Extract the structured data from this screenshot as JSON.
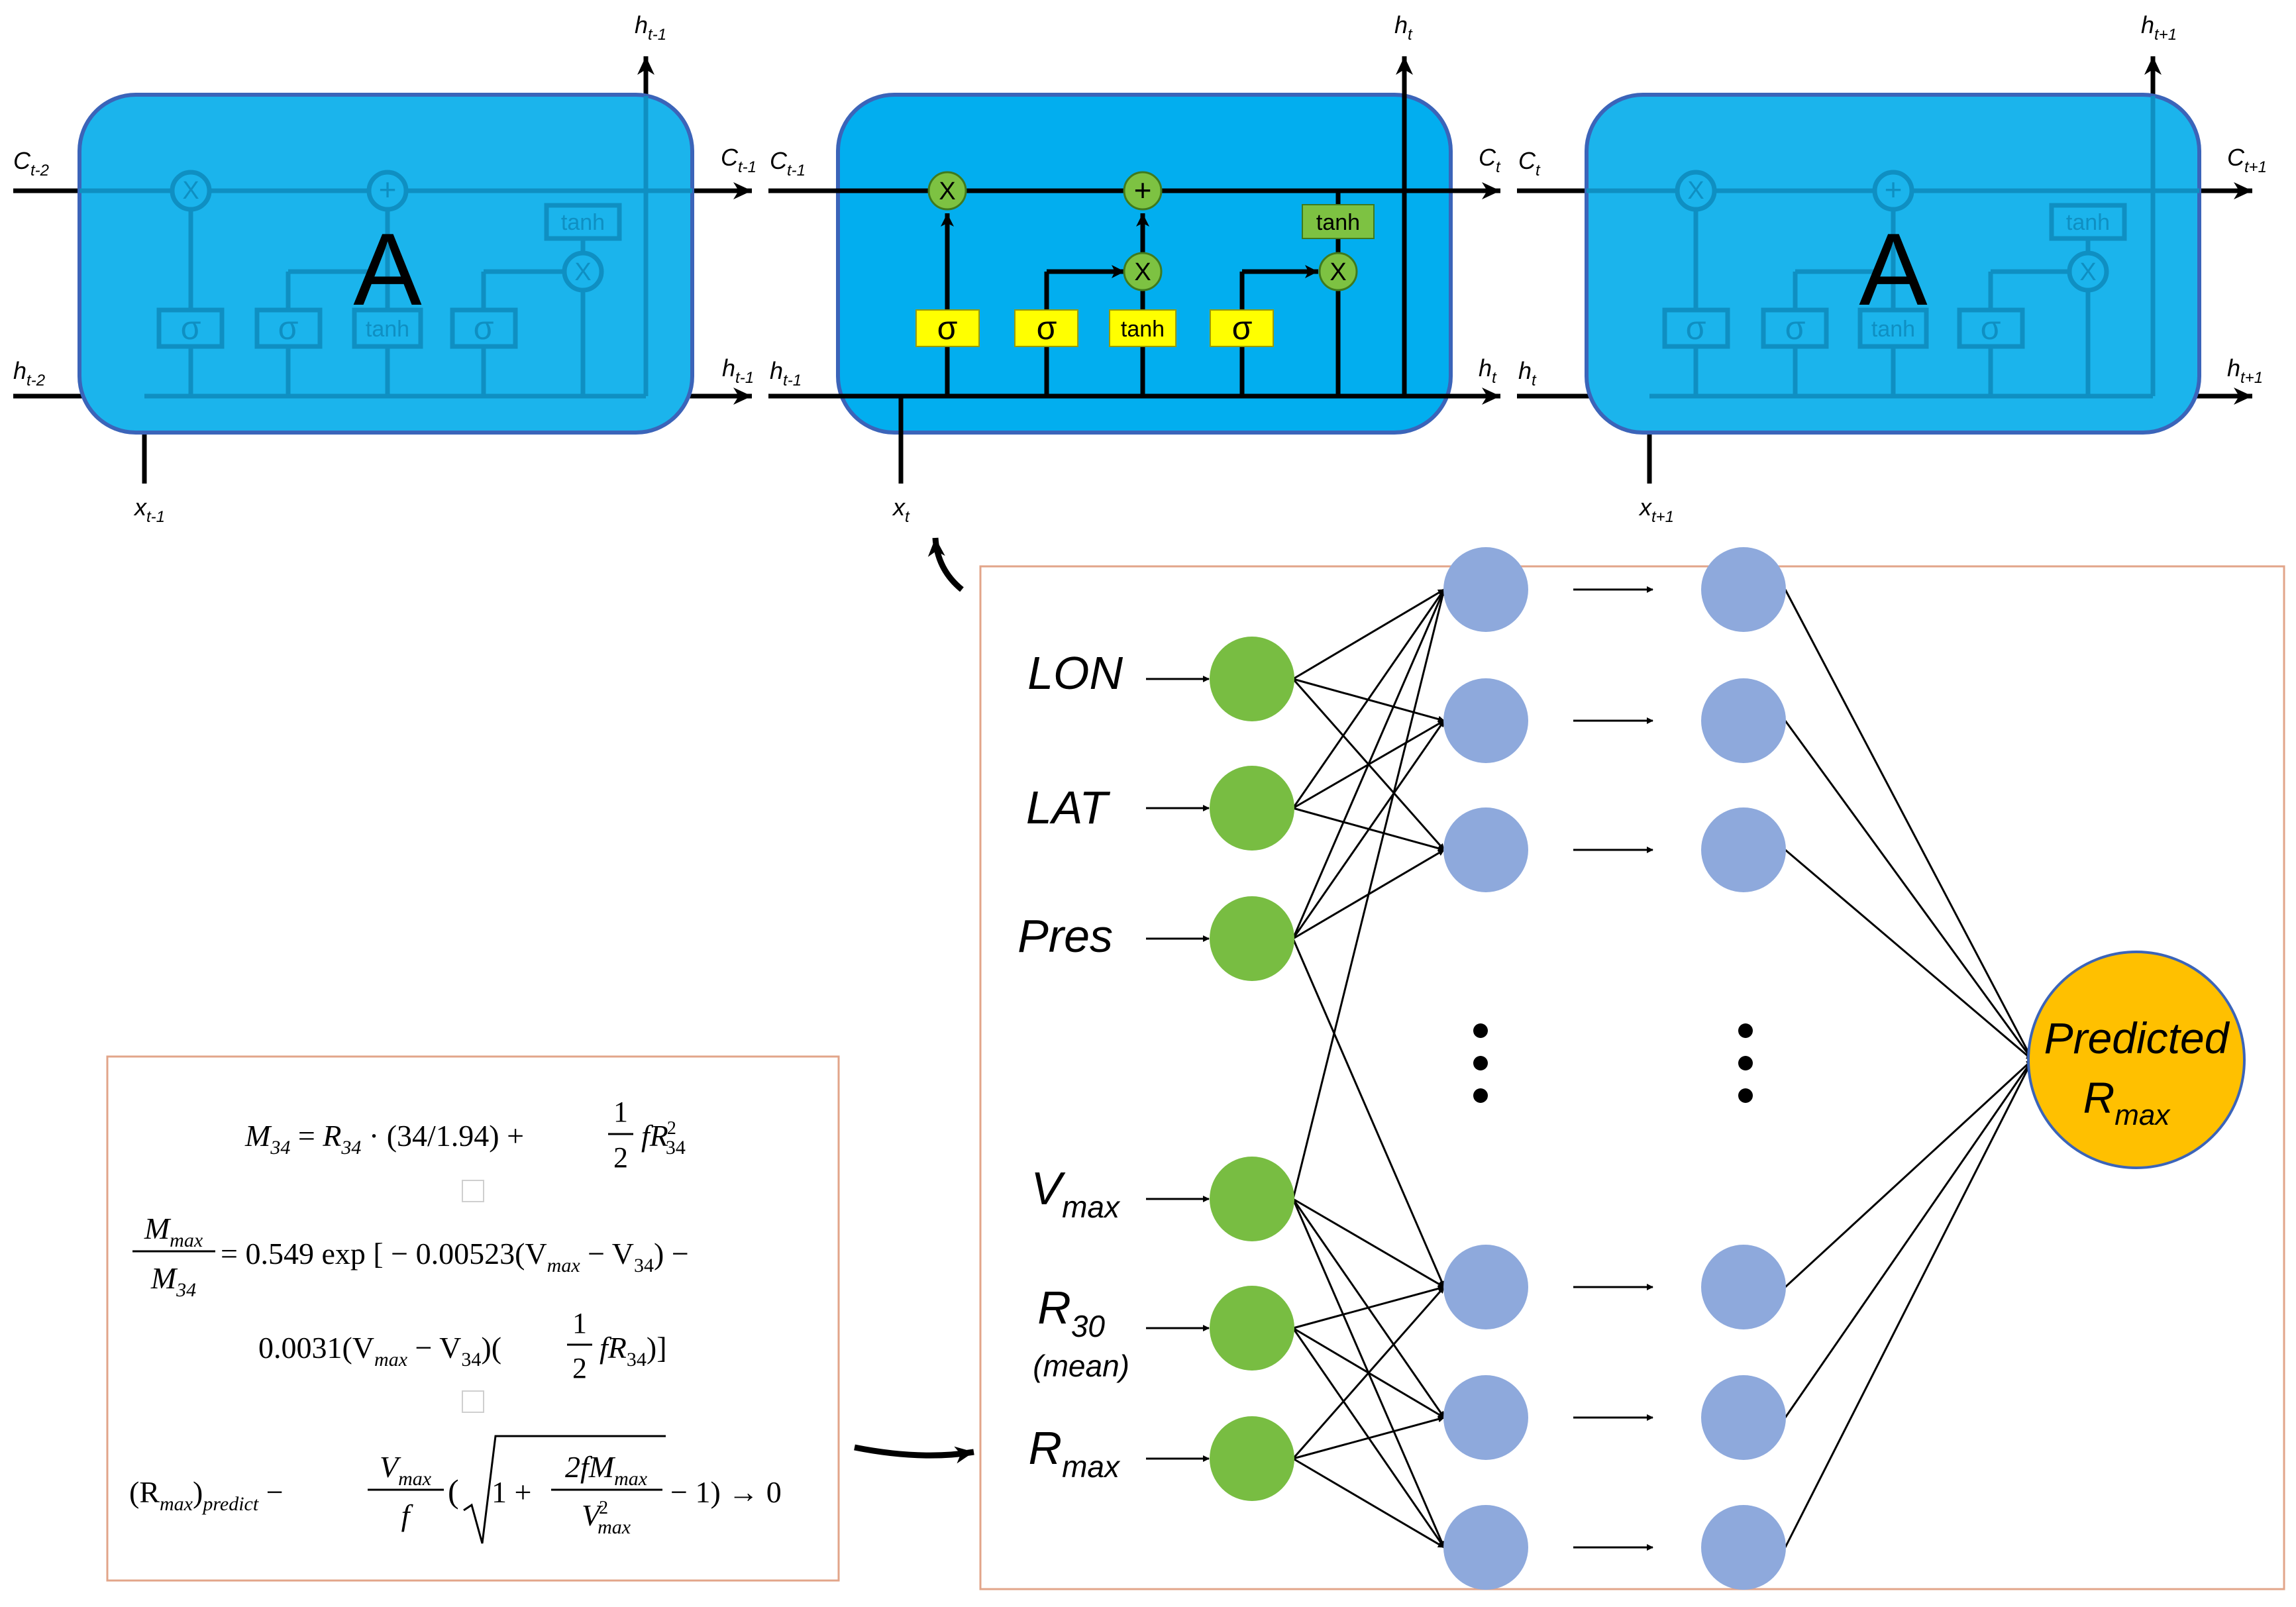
{
  "lstm": {
    "cell_letter": "A",
    "left": {
      "c_in": "C",
      "c_in_sub": "t-2",
      "h_in": "h",
      "h_in_sub": "t-2",
      "c_out": "C",
      "c_out_sub": "t-1",
      "h_out": "h",
      "h_out_sub": "t-1",
      "h_top": "h",
      "h_top_sub": "t-1",
      "x_in": "x",
      "x_in_sub": "t-1"
    },
    "middle": {
      "c_in": "C",
      "c_in_sub": "t-1",
      "h_in": "h",
      "h_in_sub": "t-1",
      "c_out": "C",
      "c_out_sub": "t",
      "h_out": "h",
      "h_out_sub": "t",
      "h_top": "h",
      "h_top_sub": "t",
      "x_in": "x",
      "x_in_sub": "t"
    },
    "right": {
      "c_in": "C",
      "c_in_sub": "t",
      "h_in": "h",
      "h_in_sub": "t",
      "c_out": "C",
      "c_out_sub": "t+1",
      "h_out": "h",
      "h_out_sub": "t+1",
      "h_top": "h",
      "h_top_sub": "t+1",
      "x_in": "x",
      "x_in_sub": "t+1"
    },
    "gates": {
      "sigma": "σ",
      "tanh": "tanh",
      "multiply": "X",
      "add": "+"
    }
  },
  "network": {
    "inputs": [
      {
        "name": "LON",
        "sub": "",
        "note": ""
      },
      {
        "name": "LAT",
        "sub": "",
        "note": ""
      },
      {
        "name": "Pres",
        "sub": "",
        "note": ""
      },
      {
        "name": "V",
        "sub": "max",
        "note": ""
      },
      {
        "name": "R",
        "sub": "30",
        "note": "(mean)"
      },
      {
        "name": "R",
        "sub": "max",
        "note": ""
      }
    ],
    "output": {
      "line1": "Predicted",
      "line2": "R",
      "line2_sub": "max"
    }
  },
  "equations": {
    "eq1": {
      "M": "M",
      "M_sub": "34",
      "eq": " = ",
      "R": "R",
      "R_sub": "34",
      "dot": " · (34/1.94) + ",
      "num": "1",
      "den": "2",
      "tail": "fR",
      "tail_sub": "34",
      "tail_sup": "2"
    },
    "eq2": {
      "num": "M",
      "num_sub": "max",
      "den": "M",
      "den_sub": "34",
      "rhs": "= 0.549 exp [ − 0.00523(V",
      "rhs_sub": "max",
      "rhs2": " − V",
      "rhs2_sub": "34",
      "rhs3": ")  −"
    },
    "eq3": {
      "a": "0.0031(V",
      "a_sub": "max",
      "b": " − V",
      "b_sub": "34",
      "c": ")(",
      "num": "1",
      "den": "2",
      "d": "fR",
      "d_sub": "34",
      "e": ")]"
    },
    "eq4": {
      "lhs": "(R",
      "lhs_sub": "max",
      "lhs2": ")",
      "lhs2_sub": "predict",
      "minus": " − ",
      "fnum": "V",
      "fnum_sub": "max",
      "fden": "f",
      "open": "(",
      "one": "1 + ",
      "inum": "2fM",
      "inum_sub": "max",
      "iden": "V",
      "iden_sub": "max",
      "iden_sup": "2",
      "close": " − 1)  →  0"
    }
  }
}
